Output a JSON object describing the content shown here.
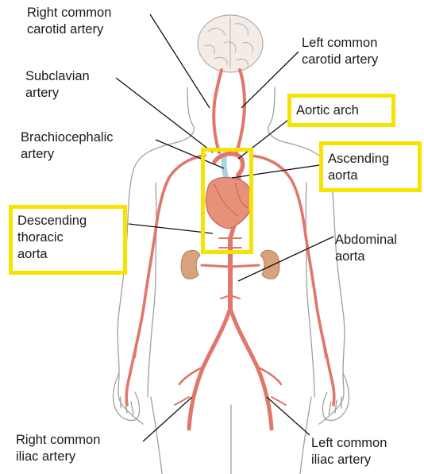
{
  "labels": {
    "right_common_carotid": [
      "Right common",
      "carotid artery"
    ],
    "left_common_carotid": [
      "Left common",
      "carotid artery"
    ],
    "subclavian": [
      "Subclavian",
      "artery"
    ],
    "aortic_arch": [
      "Aortic arch"
    ],
    "brachiocephalic": [
      "Brachiocephalic",
      "artery"
    ],
    "ascending_aorta": [
      "Ascending",
      "aorta"
    ],
    "descending_thoracic_aorta": [
      "Descending",
      "thoracic",
      "aorta"
    ],
    "abdominal_aorta": [
      "Abdominal",
      "aorta"
    ],
    "right_common_iliac": [
      "Right common",
      "iliac artery"
    ],
    "left_common_iliac": [
      "Left common",
      "iliac artery"
    ]
  },
  "colors": {
    "highlight_box": "#f5e400",
    "artery": "#e0776a",
    "heart": "#e8917a",
    "kidney": "#d9a27e",
    "brain": "#f2ebe6",
    "body_outline": "#9a9a9a",
    "leader_line": "#111111",
    "ascending_aorta_vessel": "#a9d4e4"
  }
}
